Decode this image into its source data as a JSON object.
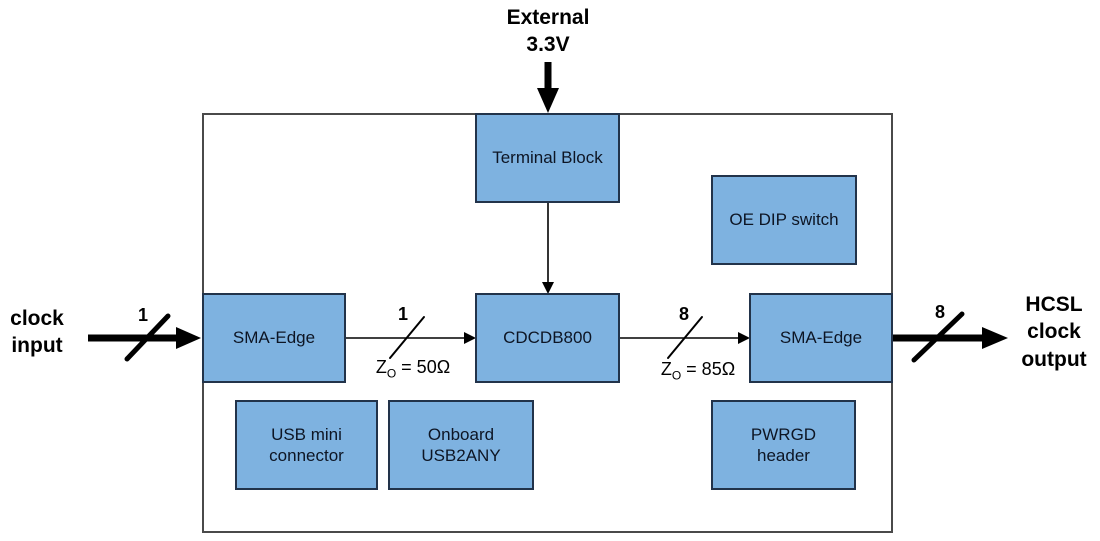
{
  "colors": {
    "box_fill": "#7EB2E0",
    "box_border": "#22334A",
    "board_border": "#4A4A4A",
    "arrow": "#000000",
    "text": "#000000"
  },
  "labels": {
    "external_supply": "External\n3.3V",
    "clock_input": "clock\ninput",
    "hcsl_clock_output": "HCSL\nclock\noutput"
  },
  "blocks": {
    "terminal_block": "Terminal Block",
    "oe_dip_switch": "OE DIP switch",
    "sma_edge_in": "SMA-Edge",
    "cdcdb800": "CDCDB800",
    "sma_edge_out": "SMA-Edge",
    "usb_mini_connector": "USB mini\nconnector",
    "onboard_usb2any": "Onboard\nUSB2ANY",
    "pwrgd_header": "PWRGD\nheader"
  },
  "bus_widths": {
    "input": "1",
    "to_cdcdb800": "1",
    "to_sma_out": "8",
    "output": "8"
  },
  "impedance": {
    "z50": {
      "base": "Z",
      "sub": "O",
      "rest": " = 50Ω"
    },
    "z85": {
      "base": "Z",
      "sub": "O",
      "rest": " = 85Ω"
    }
  }
}
